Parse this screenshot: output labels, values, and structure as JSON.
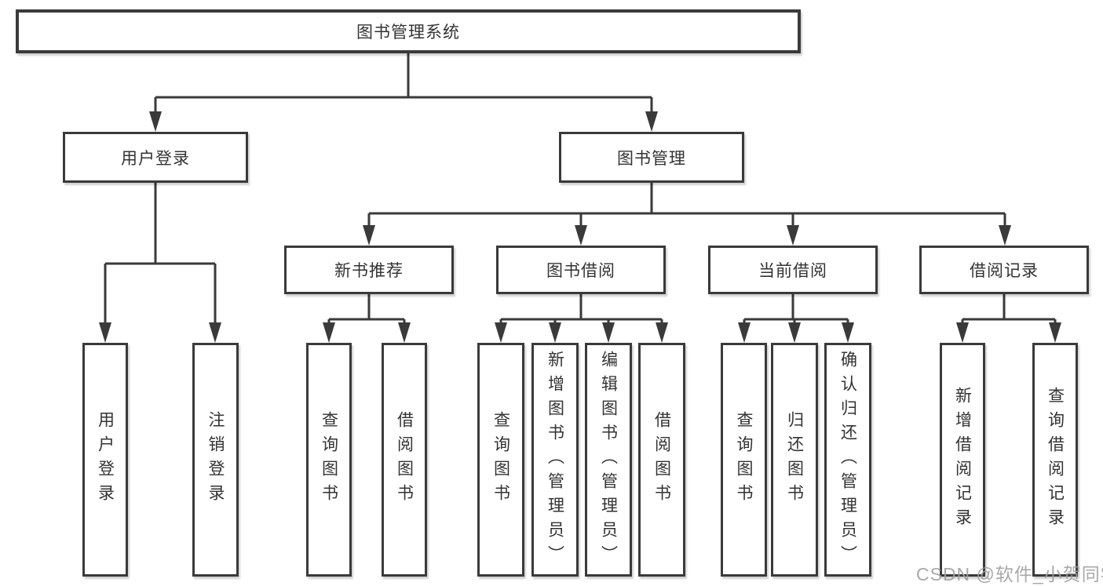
{
  "tree": {
    "root": {
      "label": "图书管理系统"
    },
    "branches": [
      {
        "label": "用户登录",
        "children": [
          "用户登录",
          "注销登录"
        ]
      },
      {
        "label": "图书管理",
        "children": [
          {
            "label": "新书推荐",
            "children": [
              "查询图书",
              "借阅图书"
            ]
          },
          {
            "label": "图书借阅",
            "children": [
              "查询图书",
              "新增图书（管理员）",
              "编辑图书（管理员）",
              "借阅图书"
            ]
          },
          {
            "label": "当前借阅",
            "children": [
              "查询图书",
              "归还图书",
              "确认归还（管理员）"
            ]
          },
          {
            "label": "借阅记录",
            "children": [
              "新增借阅记录",
              "查询借阅记录"
            ]
          }
        ]
      }
    ]
  },
  "watermark": {
    "text": "CSDN @软件_小贺同学",
    "color": "#9f9f9f"
  },
  "colors": {
    "background": "#ffffff",
    "line": "#3a3a3a",
    "box_border": "#3a3a3a",
    "text": "#333333"
  }
}
